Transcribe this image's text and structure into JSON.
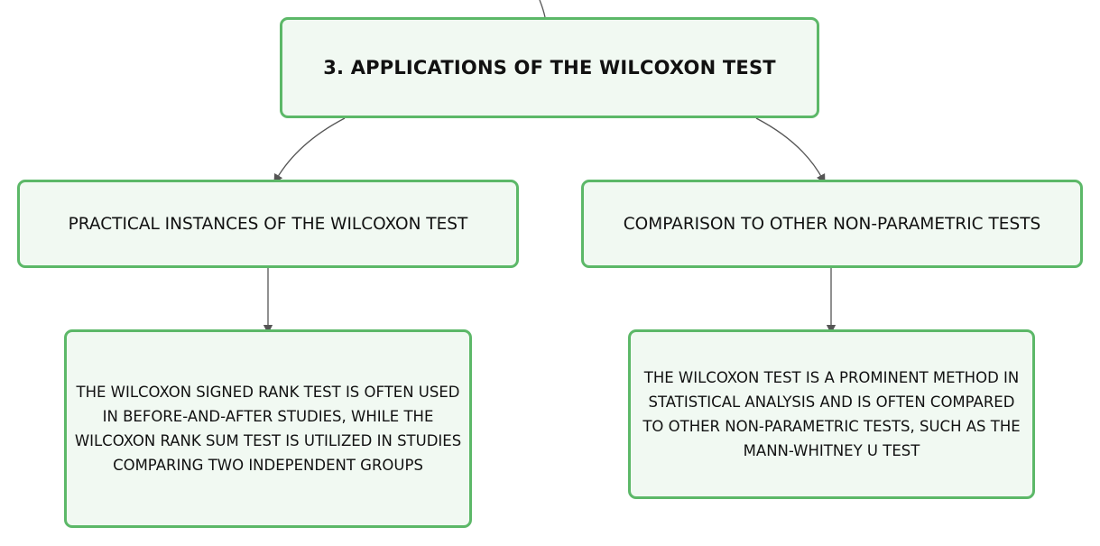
{
  "diagram": {
    "root": {
      "label": "3. APPLICATIONS OF THE WILCOXON TEST"
    },
    "branches": [
      {
        "label": "PRACTICAL INSTANCES OF THE WILCOXON TEST",
        "detail": "THE WILCOXON SIGNED RANK TEST IS OFTEN USED IN BEFORE-AND-AFTER STUDIES, WHILE THE WILCOXON RANK SUM TEST IS UTILIZED IN STUDIES COMPARING TWO INDEPENDENT GROUPS"
      },
      {
        "label": "COMPARISON TO OTHER NON-PARAMETRIC TESTS",
        "detail": "THE WILCOXON TEST IS A PROMINENT METHOD IN STATISTICAL ANALYSIS AND IS OFTEN COMPARED TO OTHER NON-PARAMETRIC TESTS, SUCH AS THE MANN-WHITNEY U TEST"
      }
    ]
  },
  "colors": {
    "node_border": "#5cb868",
    "node_fill": "#f1f9f2",
    "connector": "#555555",
    "text": "#111111"
  }
}
